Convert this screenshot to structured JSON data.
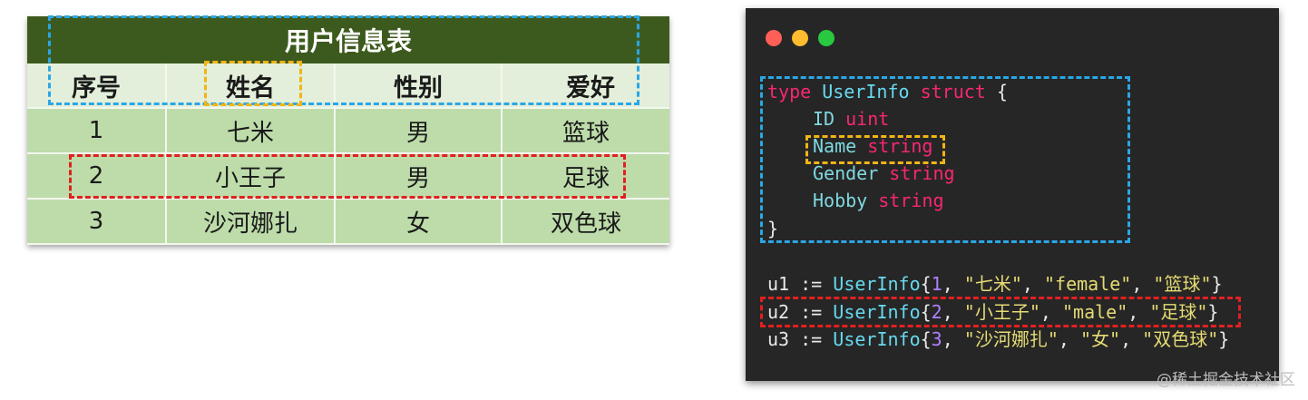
{
  "table": {
    "title": "用户信息表",
    "headers": [
      "序号",
      "姓名",
      "性别",
      "爱好"
    ],
    "rows": [
      [
        "1",
        "七米",
        "男",
        "篮球"
      ],
      [
        "2",
        "小王子",
        "男",
        "足球"
      ],
      [
        "3",
        "沙河娜扎",
        "女",
        "双色球"
      ]
    ]
  },
  "code": {
    "struct": {
      "kw_type": "type",
      "name": "UserInfo",
      "kw_struct": "struct",
      "open": "{",
      "close": "}",
      "fields": [
        {
          "name": "ID",
          "type": "uint"
        },
        {
          "name": "Name",
          "type": "string"
        },
        {
          "name": "Gender",
          "type": "string"
        },
        {
          "name": "Hobby",
          "type": "string"
        }
      ]
    },
    "assignments": [
      {
        "var": "u1",
        "op": ":=",
        "type": "UserInfo",
        "args": [
          "1",
          "\"七米\"",
          "\"female\"",
          "\"篮球\""
        ]
      },
      {
        "var": "u2",
        "op": ":=",
        "type": "UserInfo",
        "args": [
          "2",
          "\"小王子\"",
          "\"male\"",
          "\"足球\""
        ]
      },
      {
        "var": "u3",
        "op": ":=",
        "type": "UserInfo",
        "args": [
          "3",
          "\"沙河娜扎\"",
          "\"女\"",
          "\"双色球\""
        ]
      }
    ]
  },
  "watermark": "@稀土掘金技术社区",
  "colors": {
    "table_title_bg": "#3d5a1e",
    "table_header_bg": "#e3efda",
    "table_row_bg": "#bddcaa",
    "editor_bg": "#262626",
    "highlight_blue": "#2aa6e6",
    "highlight_yellow": "#f2b416",
    "highlight_red": "#e02020"
  }
}
